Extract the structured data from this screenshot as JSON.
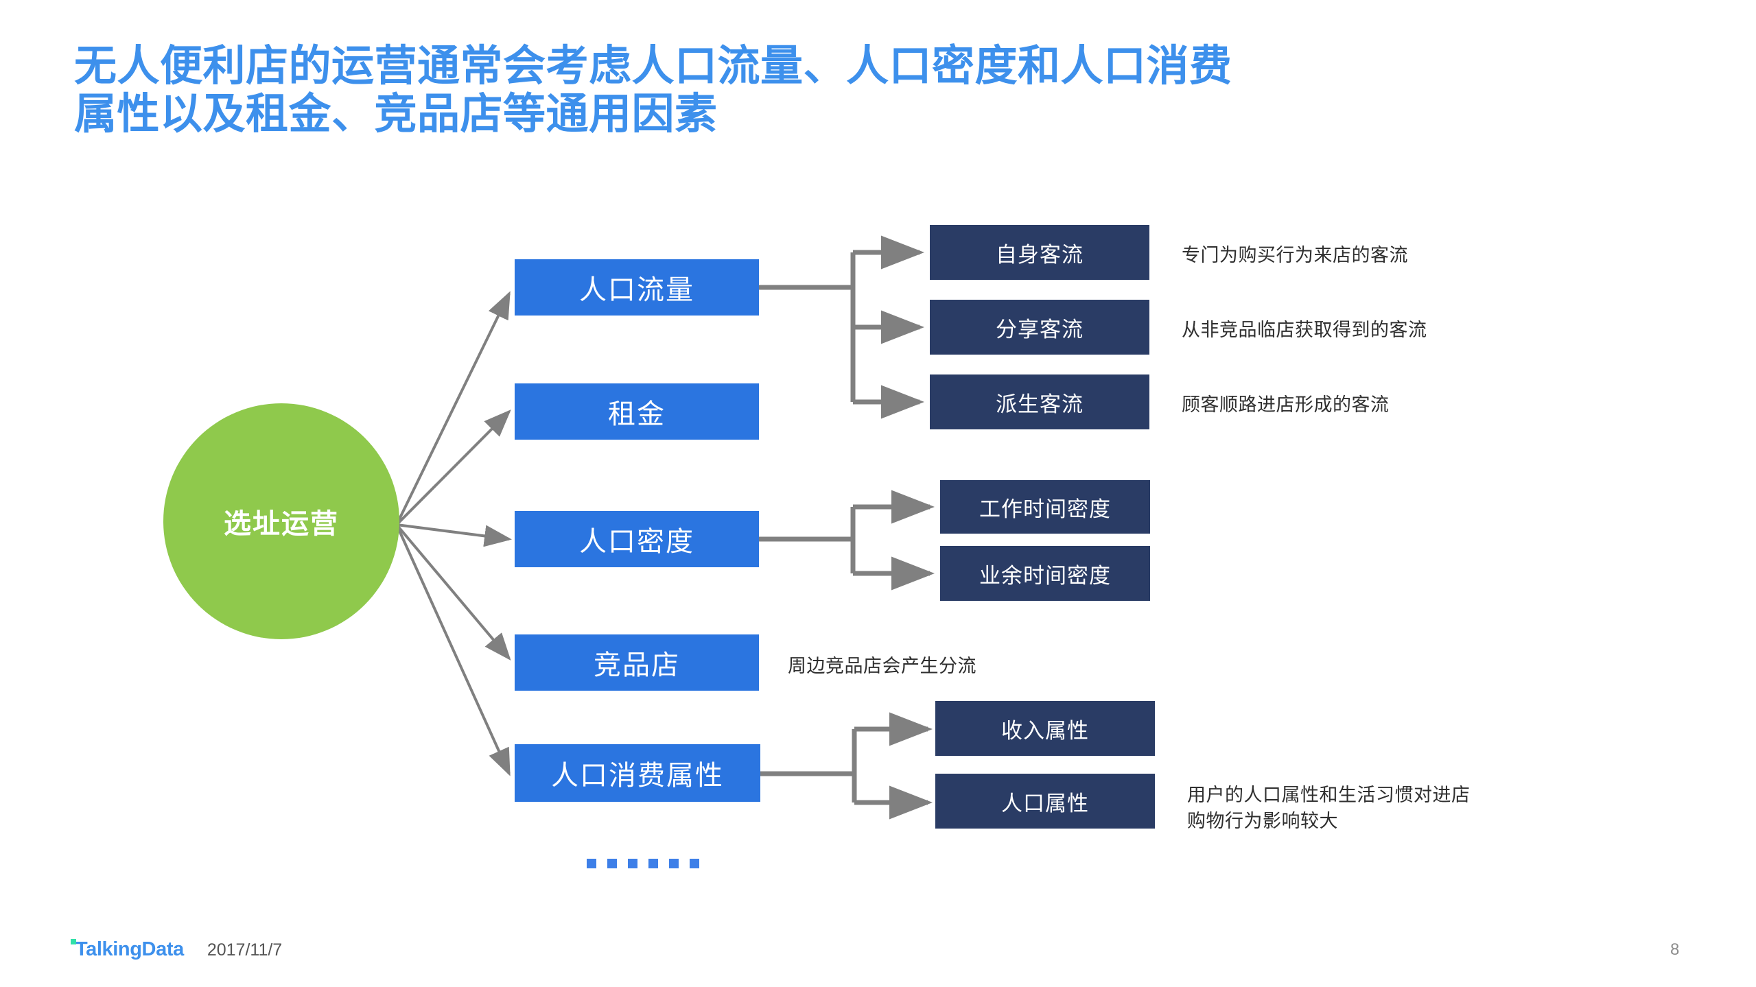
{
  "slide": {
    "title": "无人便利店的运营通常会考虑人口流量、人口密度和人口消费\n属性以及租金、竞品店等通用因素",
    "page_number": "8",
    "footer": {
      "brand": "TalkingData",
      "date": "2017/11/7"
    }
  },
  "colors": {
    "title_blue": "#3d90ec",
    "root_green": "#8fc94c",
    "branch_blue": "#2b75e0",
    "leaf_navy": "#2a3c65",
    "connector_gray": "#808080",
    "note_text": "#2f2f2f"
  },
  "diagram": {
    "type": "tree",
    "root": {
      "label": "选址运营"
    },
    "branches": [
      {
        "label": "人口流量",
        "leaves": [
          {
            "label": "自身客流",
            "note": "专门为购买行为来店的客流"
          },
          {
            "label": "分享客流",
            "note": "从非竞品临店获取得到的客流"
          },
          {
            "label": "派生客流",
            "note": "顾客顺路进店形成的客流"
          }
        ]
      },
      {
        "label": "租金",
        "leaves": []
      },
      {
        "label": "人口密度",
        "leaves": [
          {
            "label": "工作时间密度",
            "note": ""
          },
          {
            "label": "业余时间密度",
            "note": ""
          }
        ]
      },
      {
        "label": "竞品店",
        "note": "周边竞品店会产生分流",
        "leaves": []
      },
      {
        "label": "人口消费属性",
        "leaves": [
          {
            "label": "收入属性",
            "note": ""
          },
          {
            "label": "人口属性",
            "note": "用户的人口属性和生活习惯对进店\n购物行为影响较大"
          }
        ]
      }
    ],
    "more_indicator": "......"
  }
}
